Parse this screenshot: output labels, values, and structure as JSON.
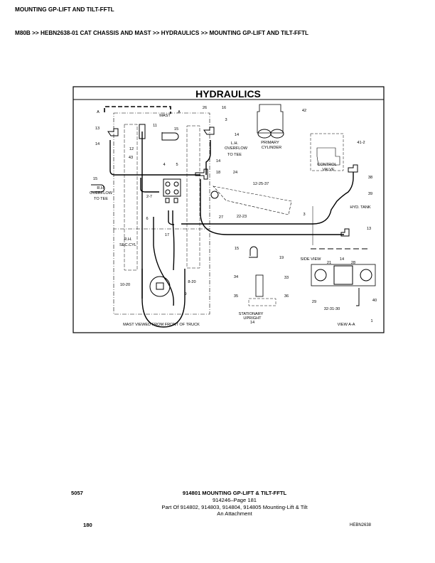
{
  "header": {
    "title": "MOUNTING GP-LIFT AND TILT-FFTL",
    "breadcrumb": "M80B >> HEBN2638-01 CAT CHASSIS AND MAST >> HYDRAULICS >> MOUNTING GP-LIFT AND TILT-FFTL"
  },
  "diagram": {
    "title": "HYDRAULICS",
    "labels": [
      "A",
      "A",
      "MAST",
      "26",
      "16",
      "3",
      "42",
      "PRIMARY",
      "CYLINDER",
      "13",
      "11",
      "15",
      "14",
      "L.H.",
      "OVERFLOW",
      "TO TEE",
      "14",
      "12",
      "43",
      "41-2",
      "CONTROL",
      "VALVE",
      "15",
      "14",
      "4",
      "5",
      "18",
      "24",
      "12-25-37",
      "38",
      "R.H.",
      "OVERFLOW",
      "TO TEE",
      "2-7",
      "39",
      "HYD. TANK",
      "6",
      "27",
      "22-23",
      "3",
      "13",
      "17",
      "R.H.",
      "SEC.CYL",
      "15",
      "19",
      "SIDE VIEW",
      "14",
      "21",
      "28",
      "34",
      "33",
      "10-20",
      "8-20",
      "9",
      "35",
      "36",
      "29",
      "40",
      "32-31-30",
      "STATIONARY",
      "UPRIGHT",
      "14",
      "MAST VIEWED FROM FRONT OF TRUCK",
      "VIEW A-A",
      "1"
    ]
  },
  "footer": {
    "code": "5057",
    "title": "914801 MOUNTING GP-LIFT & TILT-FFTL",
    "page_ref": "914246–Page 181",
    "part_of": "Part Of 914802, 914803, 914804, 914805 Mounting-Lift & Tilt",
    "attachment": "An Attachment",
    "page_number": "180",
    "doc_id": "HEBN2638"
  }
}
